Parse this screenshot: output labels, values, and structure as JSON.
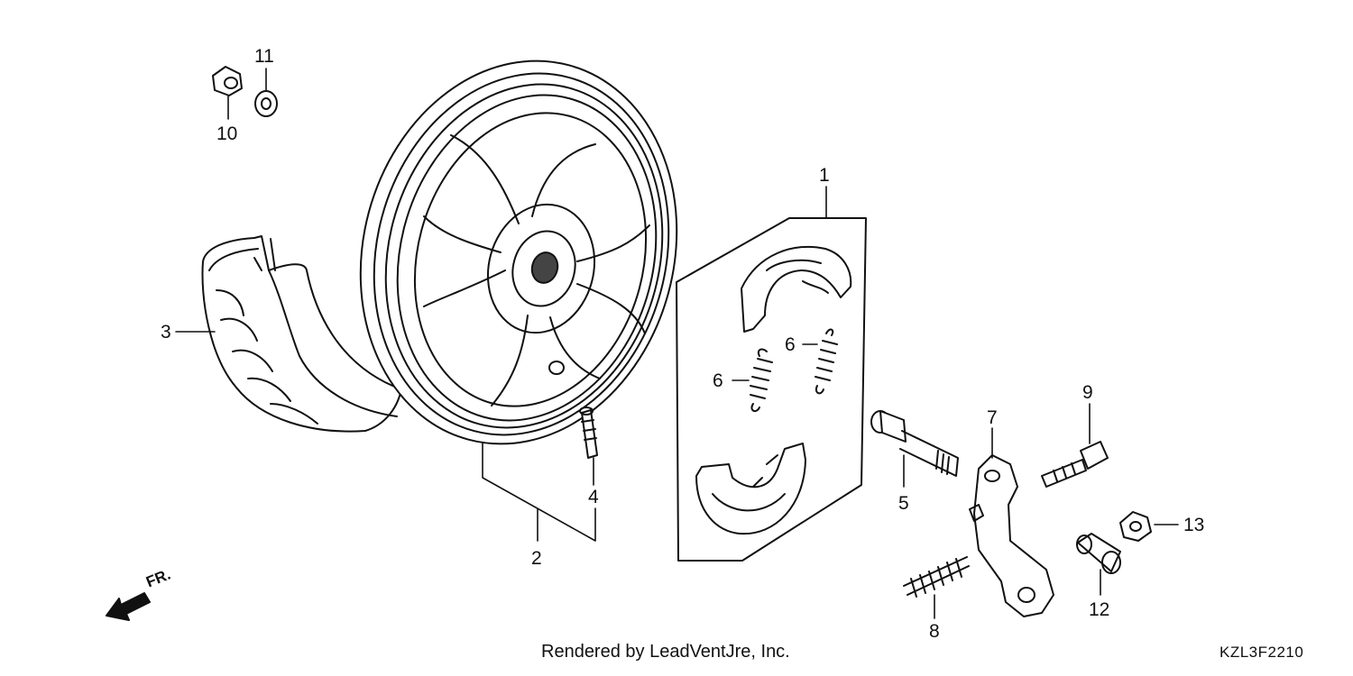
{
  "callouts": {
    "c1": "1",
    "c2": "2",
    "c3": "3",
    "c4": "4",
    "c5": "5",
    "c6a": "6",
    "c6b": "6",
    "c7": "7",
    "c8": "8",
    "c9": "9",
    "c10": "10",
    "c11": "11",
    "c12": "12",
    "c13": "13"
  },
  "direction_label": "FR.",
  "footer": {
    "credit": "Rendered by LeadVentJre, Inc.",
    "code": "KZL3F2210"
  },
  "colors": {
    "line": "#111111",
    "background": "#ffffff"
  }
}
